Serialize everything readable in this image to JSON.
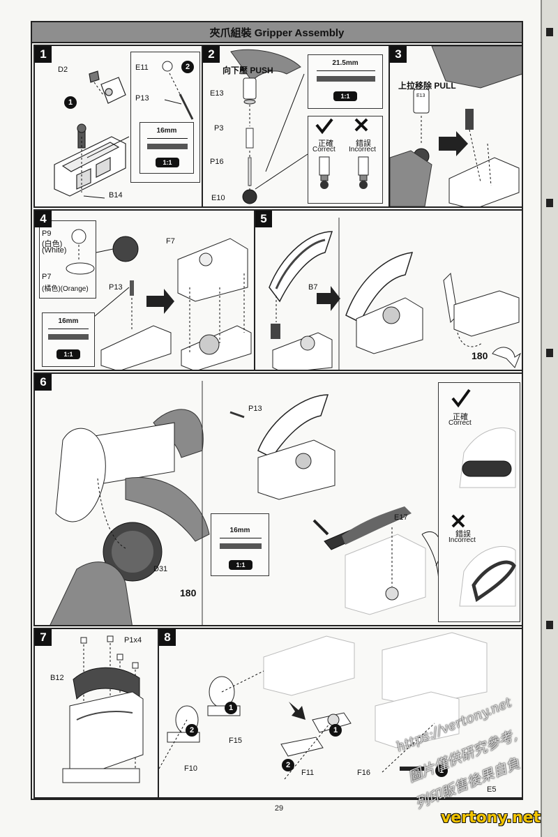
{
  "title": "夾爪組裝 Gripper Assembly",
  "page_number": "29",
  "steps": [
    {
      "num": "1",
      "labels": {
        "d2": "D2",
        "e11": "E11",
        "p13": "P13",
        "b14": "B14"
      },
      "scale": {
        "length": "16mm",
        "ratio": "1:1"
      },
      "callouts": [
        "1",
        "2"
      ]
    },
    {
      "num": "2",
      "push": "向下壓 PUSH",
      "labels": {
        "e13": "E13",
        "p3": "P3",
        "p16": "P16",
        "e10": "E10"
      },
      "scale": {
        "length": "21.5mm",
        "ratio": "1:1"
      },
      "correct": {
        "zh": "正確",
        "en": "Correct"
      },
      "incorrect": {
        "zh": "錯誤",
        "en": "Incorrect"
      }
    },
    {
      "num": "3",
      "pull": "上拉移除 PULL",
      "labels": {
        "e13": "E13"
      }
    },
    {
      "num": "4",
      "labels": {
        "p9": "P9",
        "p9_color_zh": "(白色)",
        "p9_color_en": "(White)",
        "p7": "P7",
        "p7_color": "(橘色)(Orange)",
        "p13": "P13",
        "f7": "F7"
      },
      "scale": {
        "length": "16mm",
        "ratio": "1:1"
      }
    },
    {
      "num": "5",
      "labels": {
        "b7": "B7"
      },
      "rotate": "180"
    },
    {
      "num": "6",
      "labels": {
        "p13": "P13",
        "d31": "D31",
        "e17": "E17"
      },
      "scale": {
        "length": "16mm",
        "ratio": "1:1"
      },
      "rotate": "180",
      "correct": {
        "zh": "正確",
        "en": "Correct"
      },
      "incorrect": {
        "zh": "錯誤",
        "en": "Incorrect"
      }
    },
    {
      "num": "7",
      "labels": {
        "p1x4": "P1x4",
        "b12": "B12"
      }
    },
    {
      "num": "8",
      "labels": {
        "f15": "F15",
        "f10": "F10",
        "f11": "F11",
        "f16": "F16",
        "e5": "E5"
      },
      "callouts": [
        "1",
        "2",
        "1",
        "2",
        "1"
      ]
    }
  ],
  "watermark": {
    "url": "https://vertony.net",
    "line1": "圖片僅供研究參考,",
    "line2": "列印販售後果自負",
    "site": "vertony.net"
  },
  "colors": {
    "title_bar": "#8e8e8e",
    "ink": "#111111",
    "part_fill": "#ffffff",
    "dark_part": "#4a4a4a",
    "site_mark": "#f2c400"
  }
}
